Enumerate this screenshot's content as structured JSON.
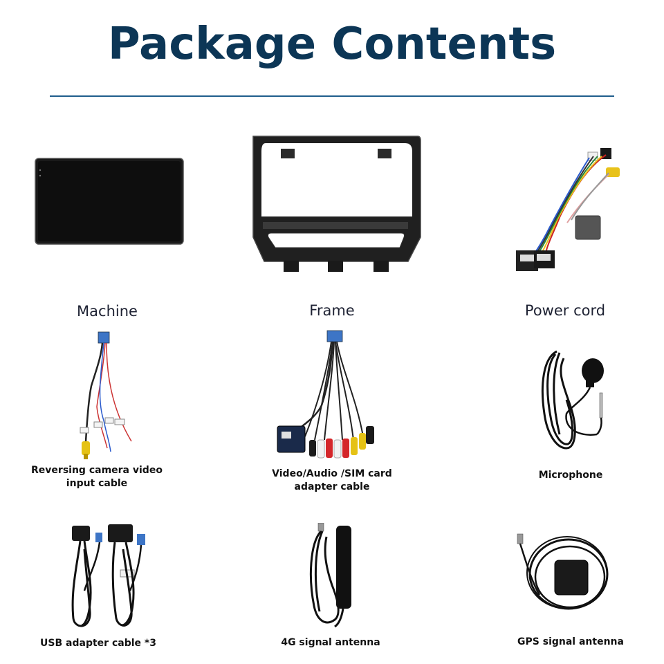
{
  "title": "Package Contents",
  "colors": {
    "title": "#0c3656",
    "rule": "#1f5d8c"
  },
  "items": [
    {
      "label": "Machine",
      "icon": "screen-icon"
    },
    {
      "label": "Frame",
      "icon": "frame-icon"
    },
    {
      "label": "Power cord",
      "icon": "power-harness-icon"
    },
    {
      "label": "Reversing camera video",
      "label2": "input cable",
      "icon": "camera-cable-icon"
    },
    {
      "label": "Video/Audio /SIM card",
      "label2": "adapter cable",
      "icon": "av-cable-icon"
    },
    {
      "label": "Microphone",
      "icon": "microphone-icon"
    },
    {
      "label": "USB adapter cable *3",
      "icon": "usb-cable-icon"
    },
    {
      "label": "4G signal antenna",
      "icon": "antenna-4g-icon"
    },
    {
      "label": "GPS signal antenna",
      "icon": "gps-antenna-icon"
    }
  ]
}
